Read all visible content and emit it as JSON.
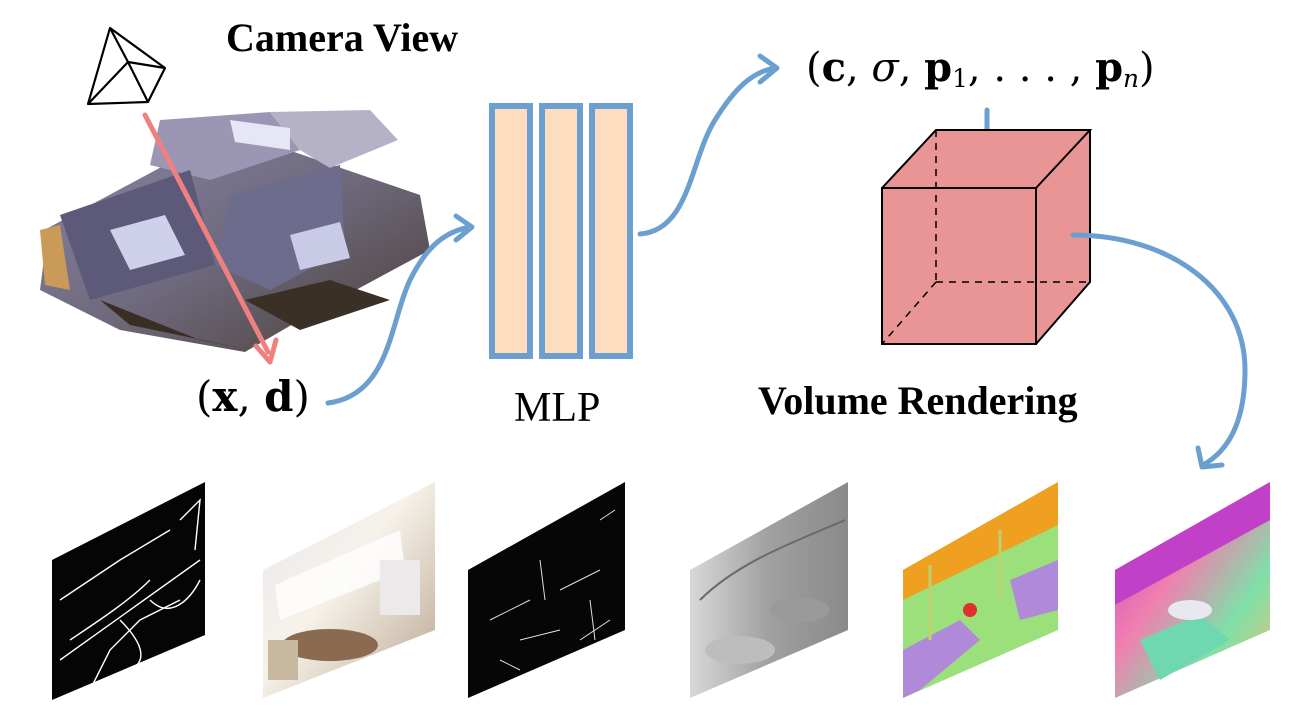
{
  "labels": {
    "camera_view": "Camera View",
    "mlp": "MLP",
    "volume_rendering": "Volume Rendering"
  },
  "input_tuple": {
    "open": "(",
    "x": "x",
    "comma": ", ",
    "d": "d",
    "close": ")"
  },
  "output_tuple": {
    "open": "(",
    "c": "c",
    "sep1": ", ",
    "sigma": "σ",
    "sep2": ", ",
    "p": "p",
    "sub1": "1",
    "sep3": ", . . . , ",
    "p_n": "p",
    "sub_n": "n",
    "close": ")"
  },
  "colors": {
    "arrow_blue": "#6a9fd0",
    "ray_red": "#f08080",
    "mlp_fill": "#fddcc0",
    "mlp_border": "#6a9fd0",
    "cube_fill": "#e99595"
  },
  "output_maps": [
    "edge-map",
    "rgb-render",
    "sparse-edge-map",
    "depth-map",
    "semantic-map",
    "normal-map"
  ]
}
